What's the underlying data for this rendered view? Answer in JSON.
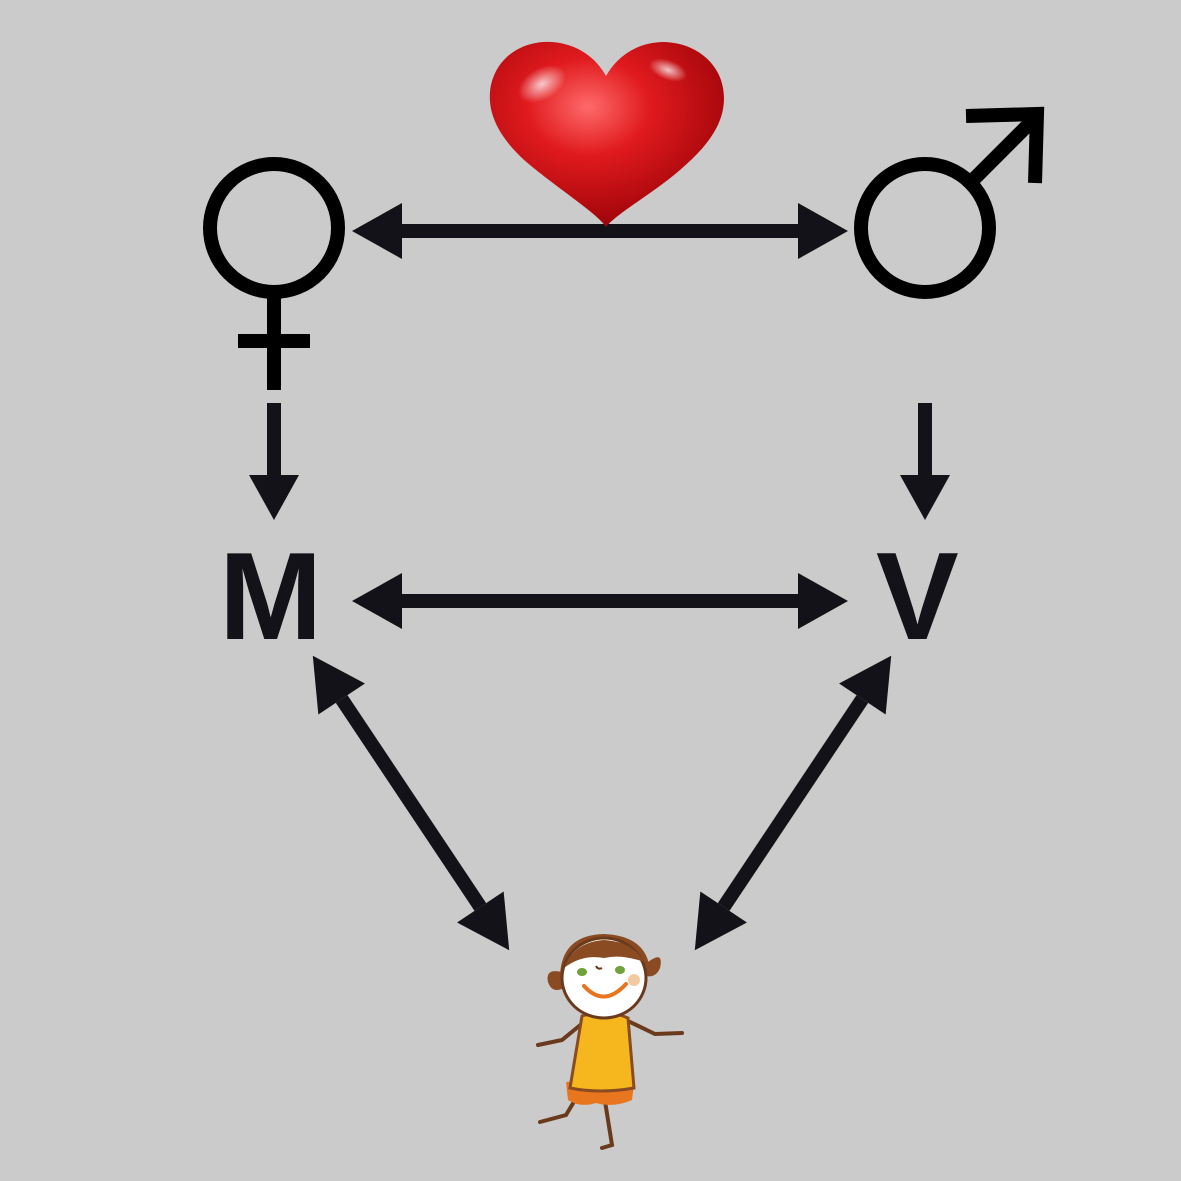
{
  "nodes": {
    "mother": {
      "label": "M"
    },
    "father": {
      "label": "V"
    }
  },
  "symbols": {
    "female": "female-symbol",
    "male": "male-symbol",
    "heart": "heart-icon",
    "child": "child-figure"
  },
  "colors": {
    "background": "#cbcbcb",
    "ink": "#121218",
    "heart": "#d4121a",
    "child_dress": "#f5b71d",
    "child_skirt": "#e8761f",
    "child_hair": "#8a4a22"
  }
}
